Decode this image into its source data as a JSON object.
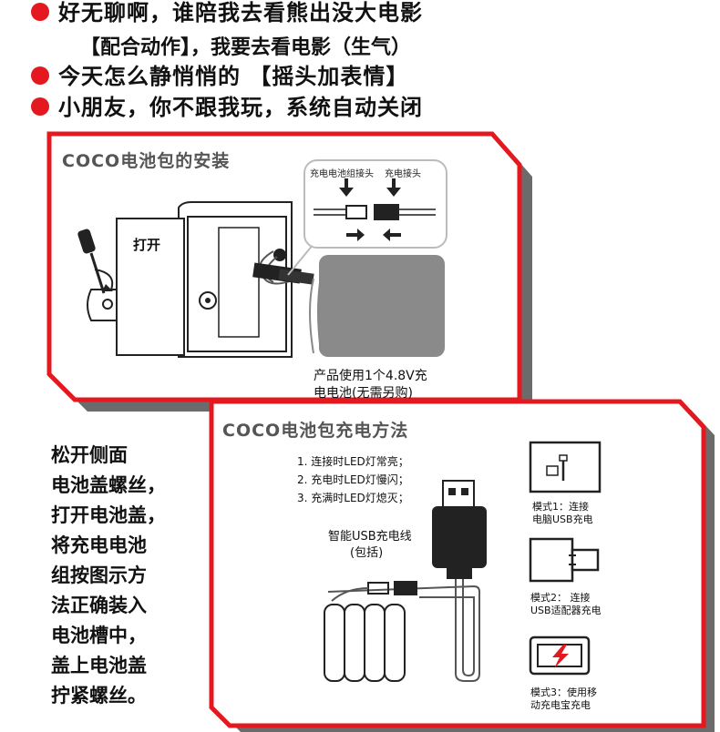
{
  "bullets": [
    {
      "text": "好无聊啊，谁陪我去看熊出没大电影"
    },
    {
      "text": "今天怎么静悄悄的 【摇头加表情】"
    },
    {
      "text": "小朋友，你不跟我玩，系统自动关闭"
    }
  ],
  "bullet_sub": "【配合动作】，我要去看电影（生气）",
  "install_panel": {
    "title": "COCO电池包的安装",
    "open_label": "打开",
    "plug_label_1": "充电电池组接头",
    "plug_label_2": "充电接头",
    "battery_note_1": "产品使用1个4.8V充",
    "battery_note_2": "电电池(无需另购)"
  },
  "charge_panel": {
    "title": "COCO电池包充电方法",
    "status_items": [
      "1. 连接时LED灯常亮；",
      "2. 充电时LED灯慢闪；",
      "3. 充满时LED灯熄灭；"
    ],
    "cable_label_1": "智能USB充电线",
    "cable_label_2": "(包括)",
    "modes": [
      {
        "line1": "模式1：连接",
        "line2": "电脑USB充电"
      },
      {
        "line1": "模式2：  连接",
        "line2": "USB适配器充电"
      },
      {
        "line1": "模式3：使用移",
        "line2": "动充电宝充电"
      }
    ]
  },
  "steps": [
    "松开侧面",
    "电池盖螺丝，",
    "打开电池盖，",
    "将充电电池",
    "组按图示方",
    "法正确装入",
    "电池槽中，",
    "盖上电池盖",
    "拧紧螺丝。"
  ],
  "colors": {
    "accent_red": "#e3191f",
    "border_red": "#e3191f",
    "shadow": "#6b6b6b",
    "battery_gray": "#8a8a8a"
  }
}
